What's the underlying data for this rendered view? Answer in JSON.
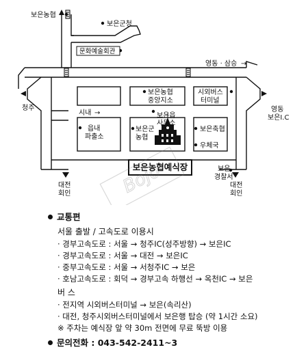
{
  "map": {
    "labels": {
      "boeun_nh_top": "보은농협",
      "boeun_gun": "보은군청",
      "culture_center": "문화예술회관",
      "yeongdong_samseung": "영동 · 삼승",
      "cheongju": "청주",
      "yeongdong_ic_1": "영동",
      "yeongdong_ic_2": "보은I.C",
      "sinae": "시내",
      "nh_branch_1": "보은농협",
      "nh_branch_2": "중앙지소",
      "bus_terminal_1": "시외버스",
      "bus_terminal_2": "터미널",
      "eup_office_1": "보은읍",
      "eup_office_2": "사무소",
      "police_1": "읍내",
      "police_2": "파출소",
      "gun_nh_1": "보은군",
      "gun_nh_2": "농협",
      "livestock": "보은축협",
      "post_office": "우체국",
      "wedding_hall": "보은농협예식장",
      "police_station_1": "보은",
      "police_station_2": "경찰서",
      "daejeon_left_1": "대전",
      "daejeon_left_2": "회인",
      "daejeon_right_1": "대전",
      "daejeon_right_2": "회인",
      "watermark": "Bojo",
      "arrow": "→"
    }
  },
  "info": {
    "transport_title": "교통편",
    "seoul_title": "서울 출발 / 고속도로 이용시",
    "routes": [
      "· 경부고속도로 : 서울 → 청주IC(성주방향) → 보은IC",
      "· 경부고속도로 : 서울 → 대전 → 보은IC",
      "· 중부고속도로 : 서울 → 서청주IC → 보은",
      "· 호남고속도로 : 회덕 → 경부고속 하행선 → 옥천IC → 보은"
    ],
    "bus_title": "버   스",
    "bus_routes": [
      "· 전지역 시외버스터미널 → 보은(속리산)",
      "· 대전, 청주시외버스터미널에서 보은행 탑승 (약 1시간 소요)"
    ],
    "parking_note": "※ 주차는 예식장 앞 약 30m 전면에 무료 뚝방 이용",
    "phone_label": "문의전화",
    "phone_sep": " : ",
    "phone_number": "043-542-2411~3"
  }
}
